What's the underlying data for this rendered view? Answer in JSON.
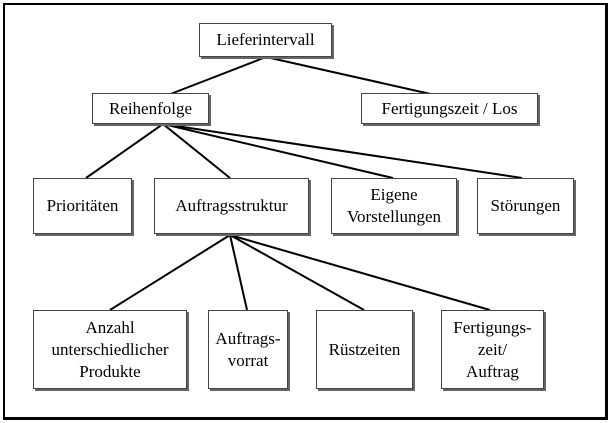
{
  "nodes": {
    "lieferintervall": "Lieferintervall",
    "reihenfolge": "Reihenfolge",
    "fertigungszeit_los": "Fertigungszeit / Los",
    "prioritaeten": "Prioritäten",
    "auftragsstruktur": "Auftragsstruktur",
    "eigene_vorstellungen": "Eigene\nVorstellungen",
    "stoerungen": "Störungen",
    "anzahl_produkte": "Anzahl\nunterschiedlicher\nProdukte",
    "auftragsvorrat": "Auftrags-\nvorrat",
    "ruestzeiten": "Rüstzeiten",
    "fertigungszeit_auftrag": "Fertigungs-\nzeit/\nAuftrag"
  }
}
